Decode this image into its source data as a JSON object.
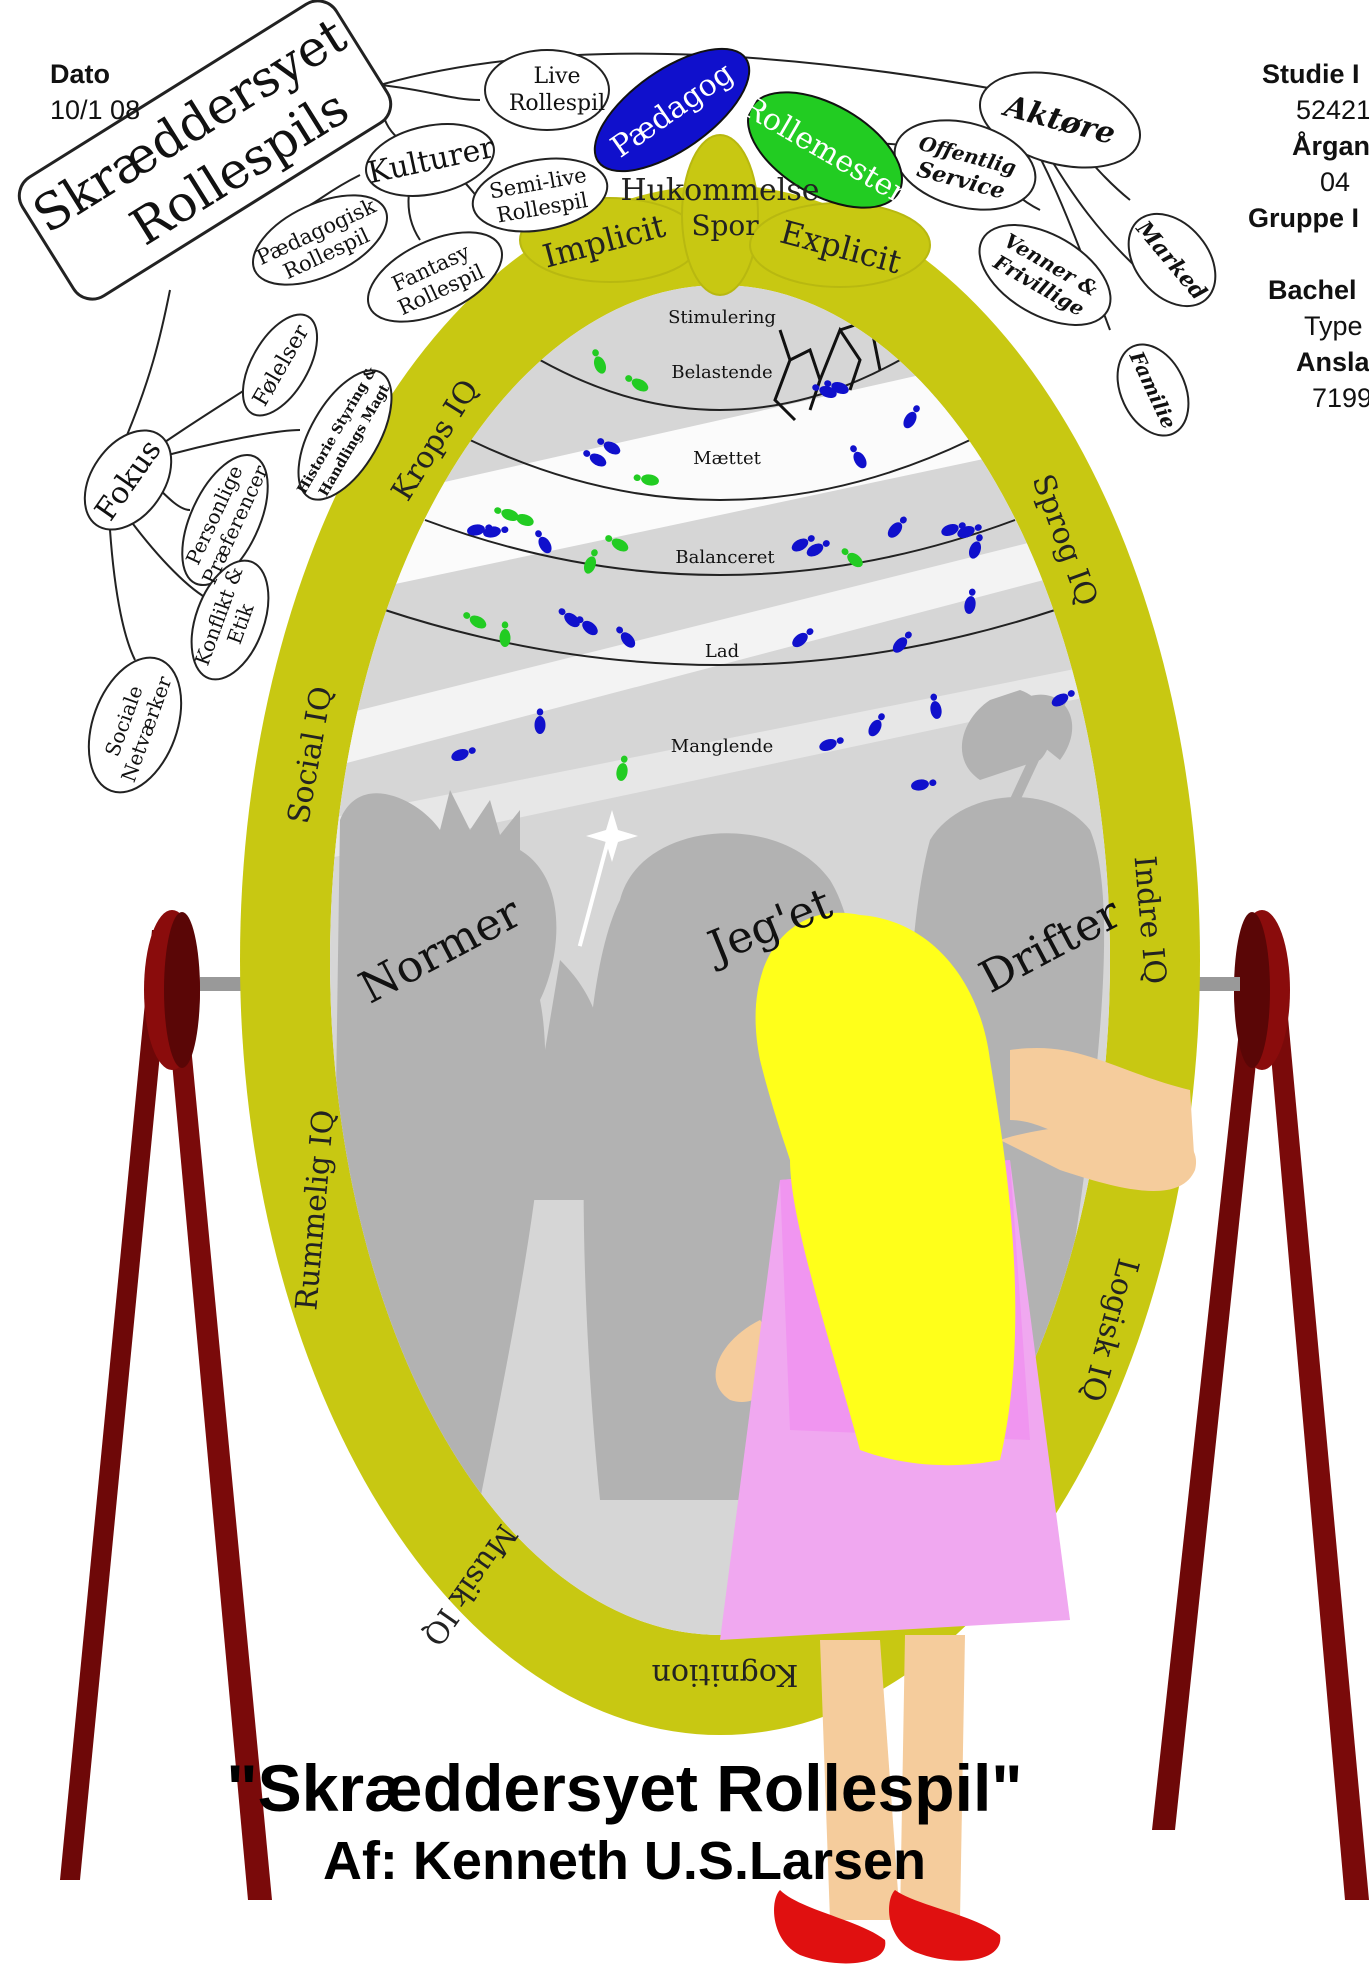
{
  "header": {
    "dato_label": "Dato",
    "dato_value": "10/1 08",
    "right_labels": [
      "Studie I",
      "52421",
      "Årgan",
      "04",
      "Gruppe I",
      "Bachel",
      "Type",
      "Ansla",
      "7199"
    ]
  },
  "badge": {
    "line1": "Skræddersyet",
    "line2": "Rollespils"
  },
  "bubbles": {
    "live": [
      "Live",
      "Rollespil"
    ],
    "kulturer": "Kulturer",
    "semi_live": [
      "Semi-live",
      "Rollespil"
    ],
    "paedagogisk": [
      "Pædagogisk",
      "Rollespil"
    ],
    "fantasy": [
      "Fantasy",
      "Rollespil"
    ],
    "foelelser": "Følelser",
    "historie": [
      "Historie Styring &",
      "Handlings Magt"
    ],
    "fokus": "Fokus",
    "personlige": [
      "Personlige",
      "Præferencer"
    ],
    "konflikt": [
      "Konflikt &",
      "Etik"
    ],
    "sociale": [
      "Sociale",
      "Netværker"
    ],
    "paedagog": "Pædagog",
    "rollemester": "Rollemester",
    "aktoere": "Aktøre",
    "offentlig": [
      "Offentlig",
      "Service"
    ],
    "venner": [
      "Venner &",
      "Frivillige"
    ],
    "marked": "Marked",
    "familie": "Familie"
  },
  "memory": {
    "hukommelse": "Hukommelse",
    "spor": "Spor",
    "implicit": "Implicit",
    "explicit": "Explicit"
  },
  "levels": [
    "Stimulering",
    "Belastende",
    "Mættet",
    "Balanceret",
    "Lad",
    "Manglende"
  ],
  "figures": {
    "normer": "Normer",
    "jeget": "Jeg'et",
    "drifter": "Drifter"
  },
  "frame_labels": {
    "krops_iq": "Krops IQ",
    "sprog_iq": "Sprog IQ",
    "social_iq": "Social IQ",
    "indre_iq": "Indre IQ",
    "rummelig_iq": "Rummelig IQ",
    "logisk_iq": "Logisk IQ",
    "musik_iq": "Musik IQ",
    "kognition": "Kognition"
  },
  "title": {
    "main": "\"Skræddersyet Rollespil\"",
    "author": "Af: Kenneth U.S.Larsen"
  },
  "colors": {
    "frame": "#cccc14",
    "stand": "#7a0a0a",
    "hair": "#ffff1a",
    "dress": "#f0a8f0",
    "skin": "#f5cc9c",
    "shoes": "#e01010",
    "paedagog": "#1010cc",
    "rollemester": "#22cc22",
    "silhouette": "#b0b0b0",
    "background_gray": "#d4d4d4"
  }
}
